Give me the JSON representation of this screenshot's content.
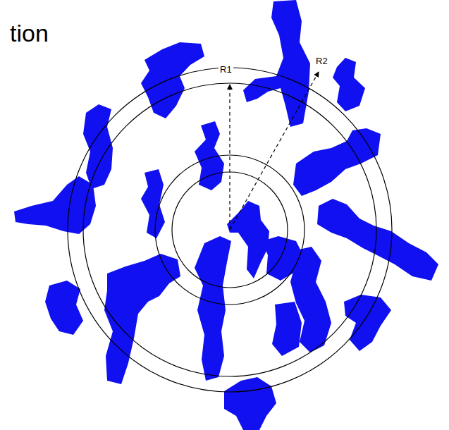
{
  "diagram": {
    "labels": [
      "tion",
      "R1",
      "R2"
    ]
  }
}
